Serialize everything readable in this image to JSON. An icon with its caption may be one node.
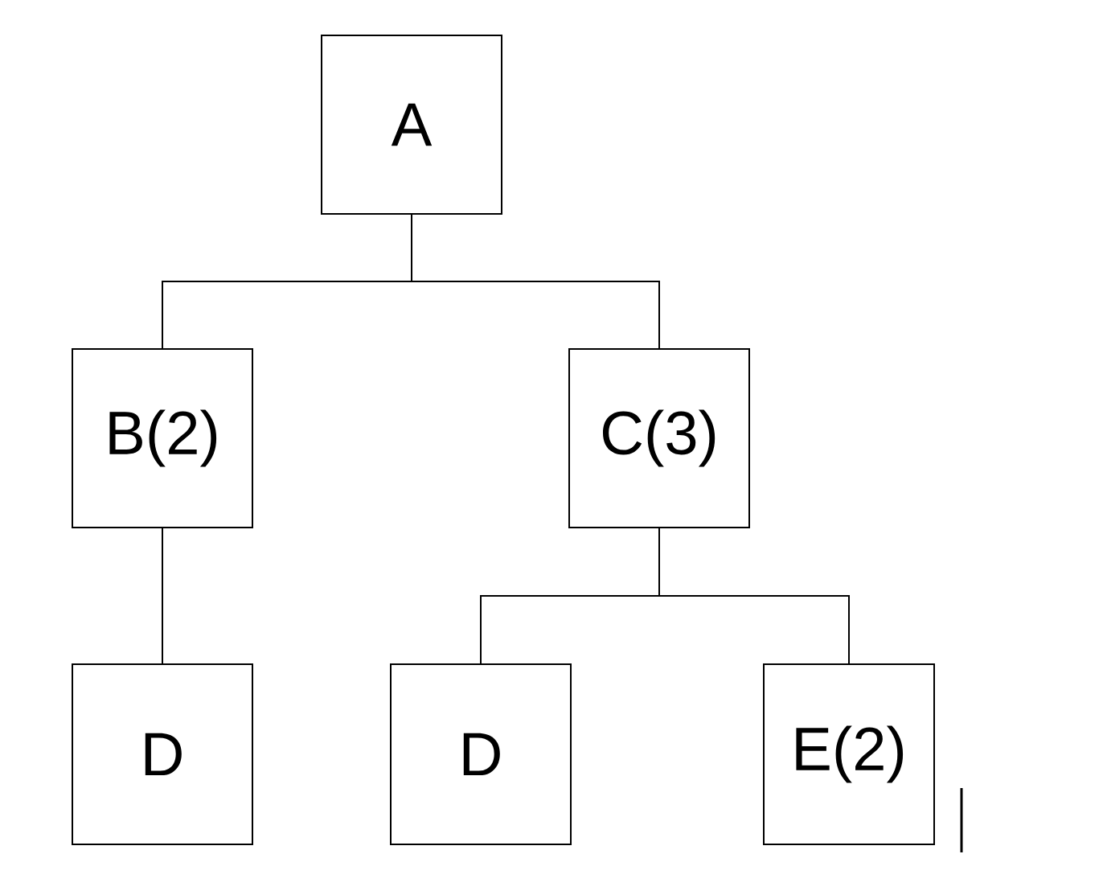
{
  "diagram": {
    "nodes": [
      {
        "text": [
          "A"
        ]
      },
      {
        "text": [
          "B(2)"
        ]
      },
      {
        "text": [
          "C(3)"
        ]
      },
      {
        "text": [
          "D"
        ]
      },
      {
        "text": [
          "D"
        ]
      },
      {
        "text": [
          "E(2)"
        ]
      }
    ],
    "edges": [
      {
        "from": 0,
        "to": 1,
        "arrow": "none"
      },
      {
        "from": 0,
        "to": 2,
        "arrow": "none"
      },
      {
        "from": 1,
        "to": 3,
        "arrow": "none"
      },
      {
        "from": 2,
        "to": 4,
        "arrow": "none"
      },
      {
        "from": 2,
        "to": 5,
        "arrow": "none"
      }
    ]
  }
}
